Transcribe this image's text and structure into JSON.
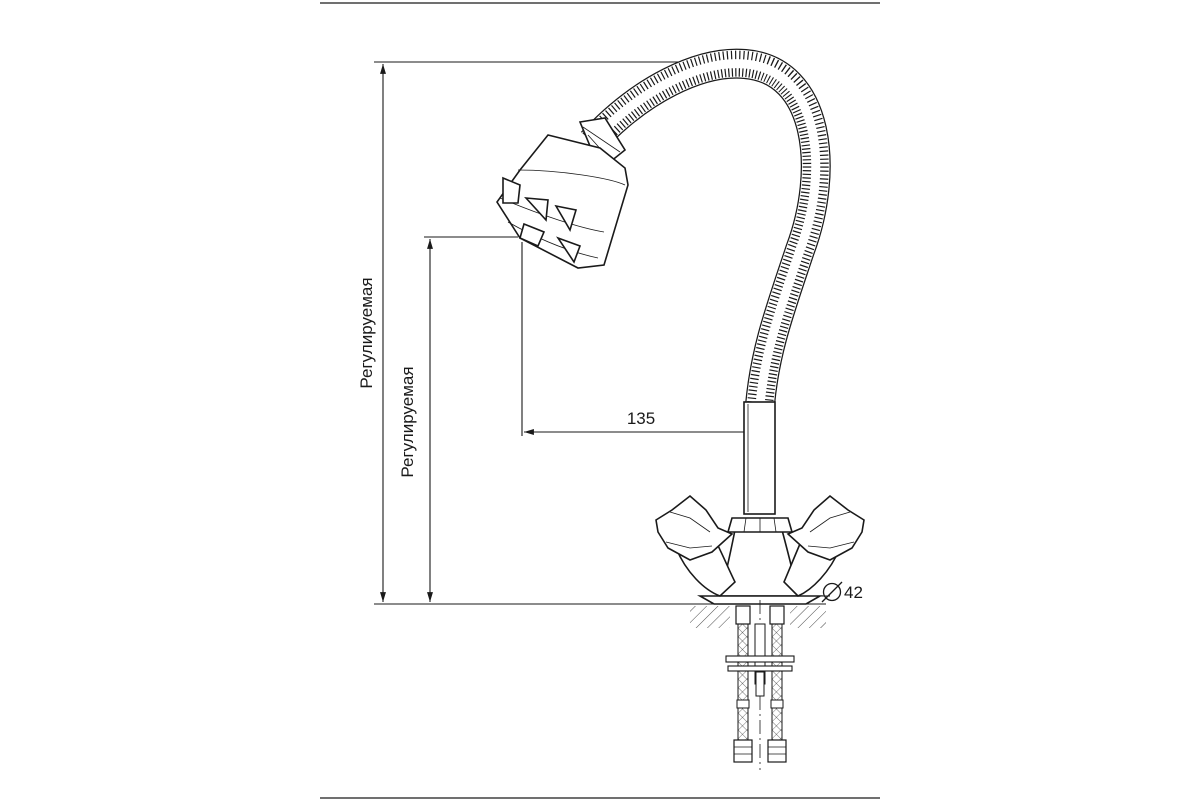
{
  "labels": {
    "overall_height": "Регулируемая",
    "spout_height": "Регулируемая",
    "reach": "135",
    "base_diameter": "42"
  },
  "icons": {
    "diameter_symbol": "diameter-icon"
  },
  "colors": {
    "line": "#1a1a1a",
    "background": "#ffffff"
  }
}
